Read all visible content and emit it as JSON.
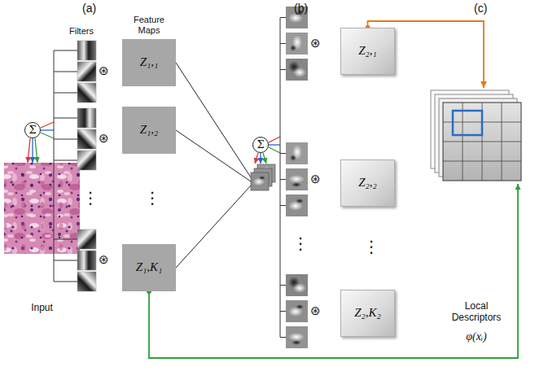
{
  "diagram": {
    "nodes": [
      {
        "text": [
          "Σ"
        ]
      },
      {
        "text": [
          "Input"
        ]
      },
      {
        "text": [
          "Z₁,₁"
        ]
      },
      {
        "text": [
          "Z₁,₂"
        ]
      },
      {
        "text": [
          "Z₁,K₁"
        ]
      },
      {
        "text": [
          "Σ"
        ]
      },
      {
        "text": [
          "Z₂,₁"
        ]
      },
      {
        "text": [
          "Z₂,₂"
        ]
      },
      {
        "text": [
          "Z₂,K₂"
        ]
      },
      {
        "text": [
          "Local Descriptors",
          "φ(xᵢ)"
        ]
      }
    ],
    "edges": [
      {
        "from": 0,
        "to": 1,
        "arrow": "to"
      },
      {
        "from": 6,
        "to": 9,
        "arrow": "to"
      },
      {
        "from": 4,
        "to": 9,
        "arrow": "to"
      }
    ],
    "labels": [
      "(a)",
      "(b)",
      "(c)",
      "Filters",
      "Feature Maps",
      "⊛",
      "⊛",
      "⊛",
      "⊛",
      "⊛",
      "⊛",
      "⋮",
      "⋮",
      "⋮",
      "⋮"
    ]
  }
}
